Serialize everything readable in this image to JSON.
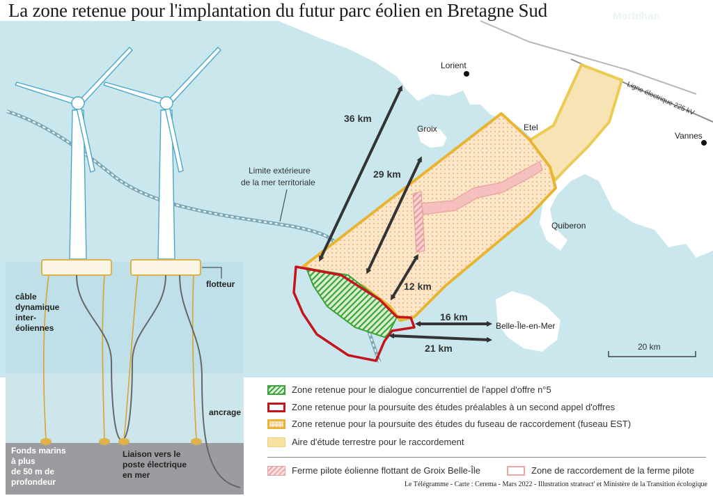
{
  "title": "La zone retenue pour l'implantation du futur parc éolien en Bretagne Sud",
  "map": {
    "places": {
      "morbihan": "Morbihan",
      "lorient": "Lorient",
      "groix": "Groix",
      "etel": "Etel",
      "vannes": "Vannes",
      "quiberon": "Quiberon",
      "belle_ile": "Belle-Île-en-Mer"
    },
    "power_line_label": "Ligne électrique 225 kV",
    "territorial_limit_line1": "Limite extérieure",
    "territorial_limit_line2": "de la mer territoriale",
    "distances": {
      "d36": "36 km",
      "d29": "29 km",
      "d12": "12 km",
      "d16": "16 km",
      "d21": "21 km"
    },
    "scale_label": "20 km"
  },
  "diagram": {
    "flotteur": "flotteur",
    "cable_line1": "câble",
    "cable_line2": "dynamique",
    "cable_line3": "inter-",
    "cable_line4": "éoliennes",
    "ancrage": "ancrage",
    "seabed_line1": "Fonds marins",
    "seabed_line2": "à plus",
    "seabed_line3": "de 50 m de",
    "seabed_line4": "profondeur",
    "liaison_line1": "Liaison vers le",
    "liaison_line2": "poste électrique",
    "liaison_line3": "en mer"
  },
  "legend": [
    {
      "label": "Zone retenue pour le dialogue concurrentiel de l'appel d'offre n°5",
      "swatch": "green-hatch"
    },
    {
      "label": "Zone retenue pour la poursuite des études préalables à un second appel d'offres",
      "swatch": "red-outline"
    },
    {
      "label": "Zone retenue pour la poursuite des études du fuseau de raccordement (fuseau EST)",
      "swatch": "orange-dotted"
    },
    {
      "label": "Aire d'étude terrestre pour le raccordement",
      "swatch": "yellow-fill"
    },
    {
      "label": "Ferme pilote éolienne flottant de Groix Belle-Île",
      "swatch": "pink-hatch"
    },
    {
      "label": "Zone de raccordement de la ferme pilote",
      "swatch": "pink-outline"
    }
  ],
  "credit": "Le Télégramme - Carte : Cerema - Mars 2022 - Illustration strateact' et Ministère de la Transition écologique",
  "colors": {
    "sea": "#c9e7ec",
    "land": "#ffffff",
    "green_zone": "#3aa33a",
    "red_zone": "#c4141c",
    "orange_zone": "#e8b431",
    "yellow_zone": "#f7e2a4",
    "pink_zone": "#eba5a5",
    "turbine": "#4aa7c8",
    "arrow": "#333333"
  }
}
